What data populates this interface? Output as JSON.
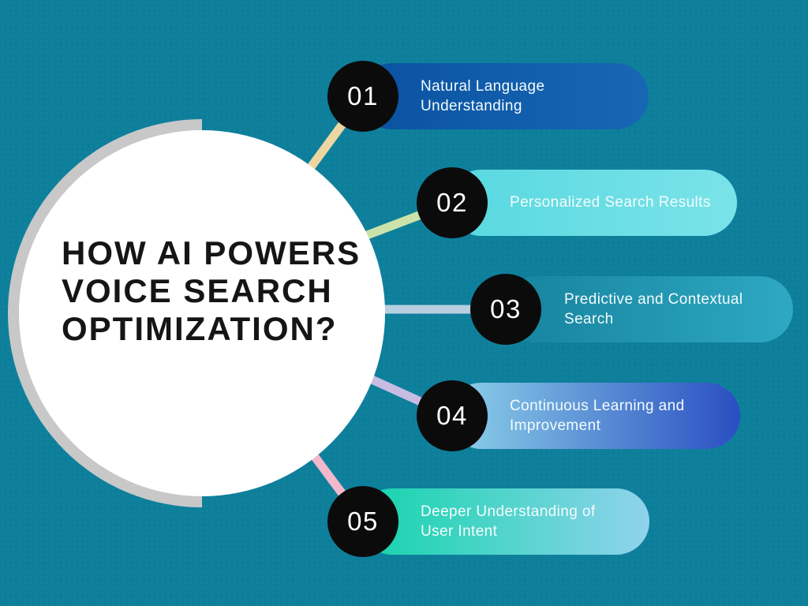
{
  "title": {
    "text": "HOW AI POWERS VOICE SEARCH OPTIMIZATION?"
  },
  "items": [
    {
      "number": "01",
      "label": "Natural Language Understanding",
      "pill_colors": [
        "#0a52a1",
        "#1767b5"
      ],
      "connector_color": "#ecd7a2"
    },
    {
      "number": "02",
      "label": "Personalized Search Results",
      "pill_colors": [
        "#58d8e0",
        "#7ae3e9"
      ],
      "connector_color": "#cbe3ab"
    },
    {
      "number": "03",
      "label": "Predictive and Contextual Search",
      "pill_colors": [
        "#16839d",
        "#2ea8c3"
      ],
      "connector_color": "#b8cfe0"
    },
    {
      "number": "04",
      "label": "Continuous Learning and Improvement",
      "pill_colors": [
        "#8ed3e9",
        "#2a4ec2"
      ],
      "connector_color": "#c9bce4"
    },
    {
      "number": "05",
      "label": "Deeper Understanding of User Intent",
      "pill_colors": [
        "#13d4ab",
        "#90d3ec"
      ],
      "connector_color": "#f2b8cb"
    }
  ],
  "colors": {
    "background": "#0e7f9b",
    "main_circle": "#ffffff",
    "half_ring": "#c8c8c8",
    "number_circle": "#0b0b0b",
    "title_text": "#151515",
    "pill_text": "#f4fbfd"
  }
}
